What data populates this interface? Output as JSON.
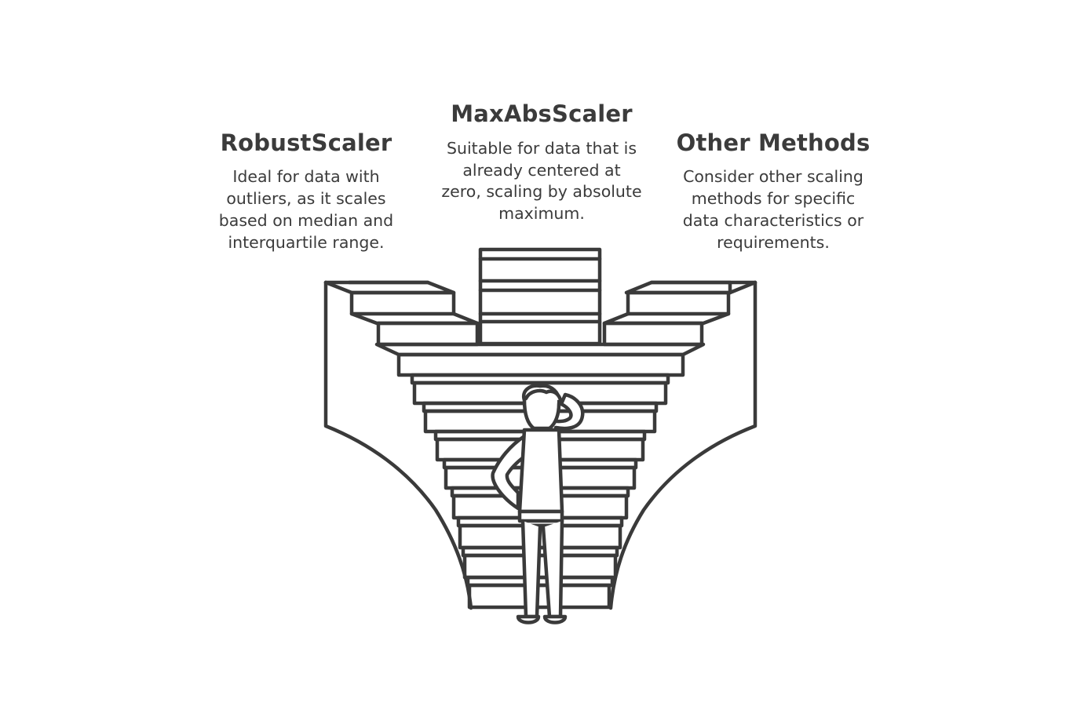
{
  "sections": {
    "left": {
      "title": "RobustScaler",
      "description": "Ideal for data with\noutliers, as it scales\nbased on median and\ninterquartile range."
    },
    "middle": {
      "title": "MaxAbsScaler",
      "description": "Suitable for data that is\nalready centered at\nzero, scaling by absolute\nmaximum."
    },
    "right": {
      "title": "Other Methods",
      "description": "Consider other scaling\nmethods for specific\ndata characteristics or\nrequirements."
    }
  },
  "illustration": {
    "icon": "person-facing-staircases-icon",
    "stroke_color": "#3a3a3a",
    "background": "#ffffff"
  }
}
